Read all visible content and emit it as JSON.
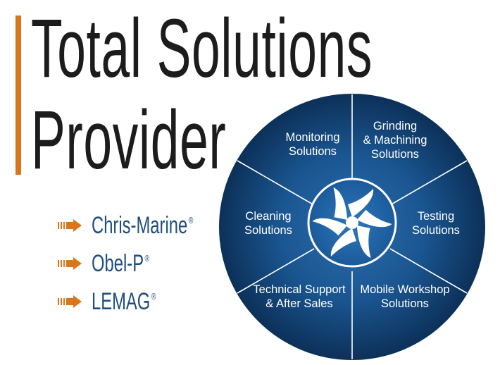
{
  "title": {
    "line1": "Total Solutions",
    "line2": "Provider"
  },
  "brands": [
    {
      "name": "Chris-Marine",
      "mark": "®"
    },
    {
      "name": "Obel-P",
      "mark": "®"
    },
    {
      "name": "LEMAG",
      "mark": "®"
    }
  ],
  "wheel": {
    "segments": [
      {
        "lines": [
          "Monitoring",
          "Solutions"
        ]
      },
      {
        "lines": [
          "Grinding",
          "& Machining",
          "Solutions"
        ]
      },
      {
        "lines": [
          "Testing",
          "Solutions"
        ]
      },
      {
        "lines": [
          "Mobile Workshop",
          "Solutions"
        ]
      },
      {
        "lines": [
          "Technical Support",
          "& After Sales"
        ]
      },
      {
        "lines": [
          "Cleaning",
          "Solutions"
        ]
      }
    ],
    "center_icon": "turbine-swirl-icon"
  },
  "colors": {
    "accent": "#d9761c",
    "title": "#1c1c1c",
    "brand_text": "#1f4e7e",
    "wheel_light": "#2a6fb0",
    "wheel_dark": "#0c3058"
  }
}
